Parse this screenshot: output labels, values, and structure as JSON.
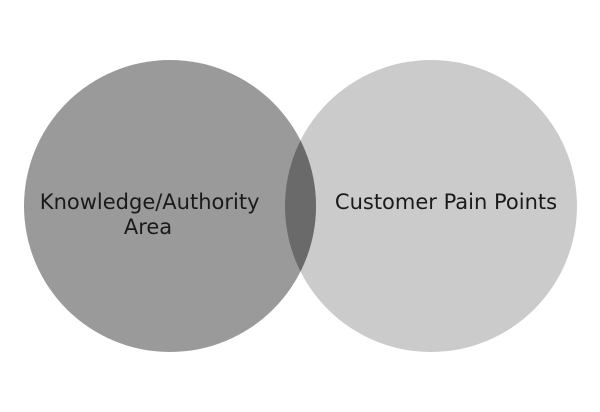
{
  "diagram": {
    "type": "venn",
    "sets": [
      {
        "id": "left",
        "label_lines": [
          "Knowledge/Authority",
          "Area"
        ],
        "color": "#9a9a9a"
      },
      {
        "id": "right",
        "label_lines": [
          "Customer Pain Points"
        ],
        "color": "#cbcbcb"
      }
    ],
    "overlap_color": "#6a6a6a",
    "background": "#ffffff"
  }
}
